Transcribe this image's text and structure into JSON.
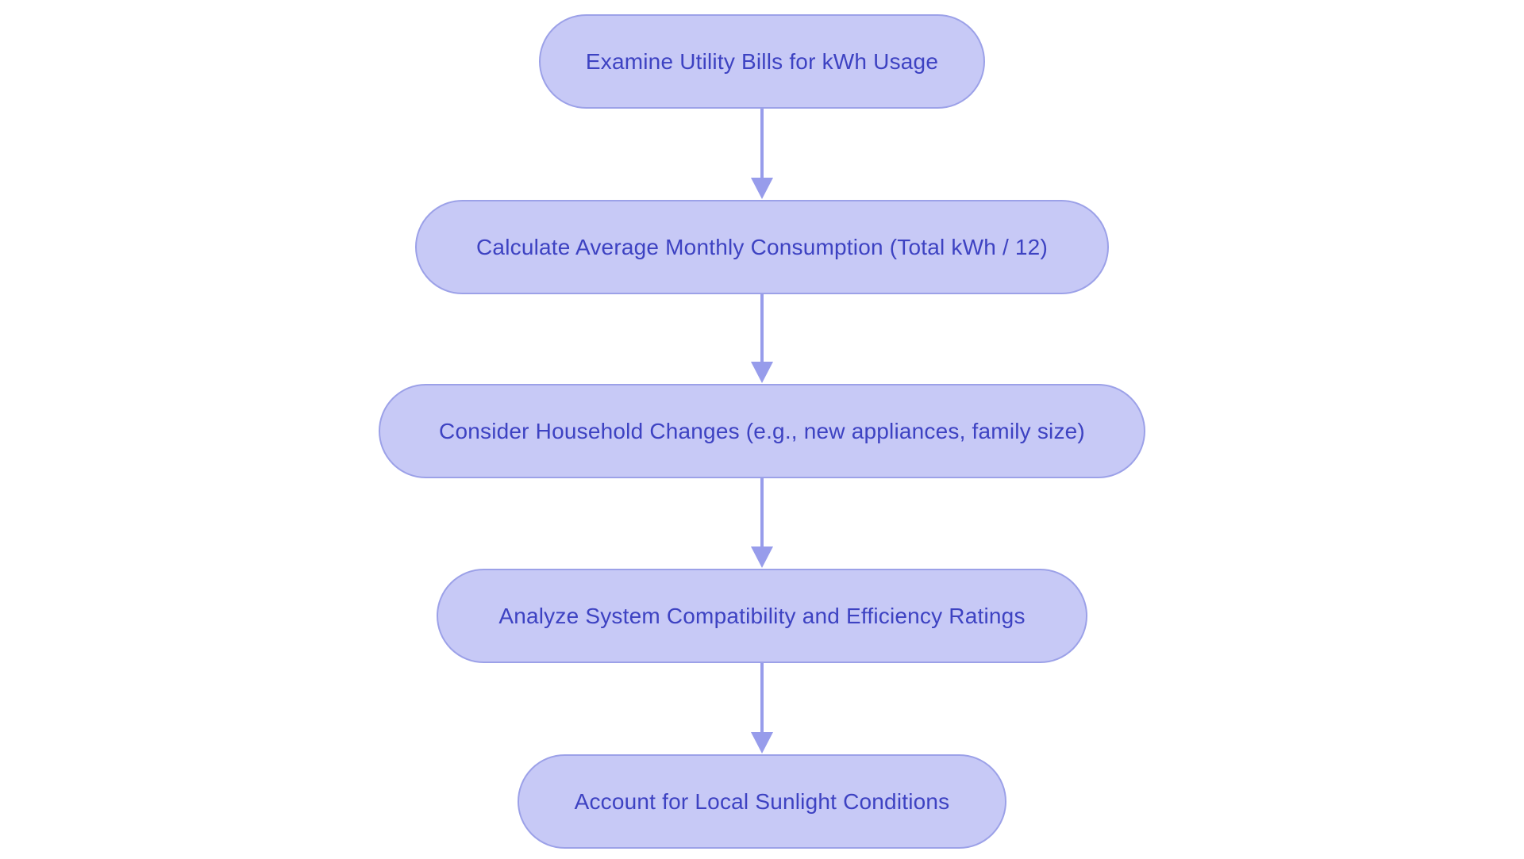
{
  "diagram": {
    "type": "flowchart",
    "direction": "top-down",
    "nodes": [
      {
        "id": "1",
        "label": "Examine Utility Bills for kWh Usage"
      },
      {
        "id": "2",
        "label": "Calculate Average Monthly Consumption (Total kWh / 12)"
      },
      {
        "id": "3",
        "label": "Consider Household Changes (e.g., new appliances, family size)"
      },
      {
        "id": "4",
        "label": "Analyze System Compatibility and Efficiency Ratings"
      },
      {
        "id": "5",
        "label": "Account for Local Sunlight Conditions"
      }
    ],
    "edges": [
      {
        "from": "1",
        "to": "2"
      },
      {
        "from": "2",
        "to": "3"
      },
      {
        "from": "3",
        "to": "4"
      },
      {
        "from": "4",
        "to": "5"
      }
    ],
    "colors": {
      "background": "#ffffff",
      "node_fill": "#c7c9f6",
      "node_border": "#9ca1e8",
      "node_text": "#3d42c2",
      "arrow": "#979ceb"
    }
  }
}
